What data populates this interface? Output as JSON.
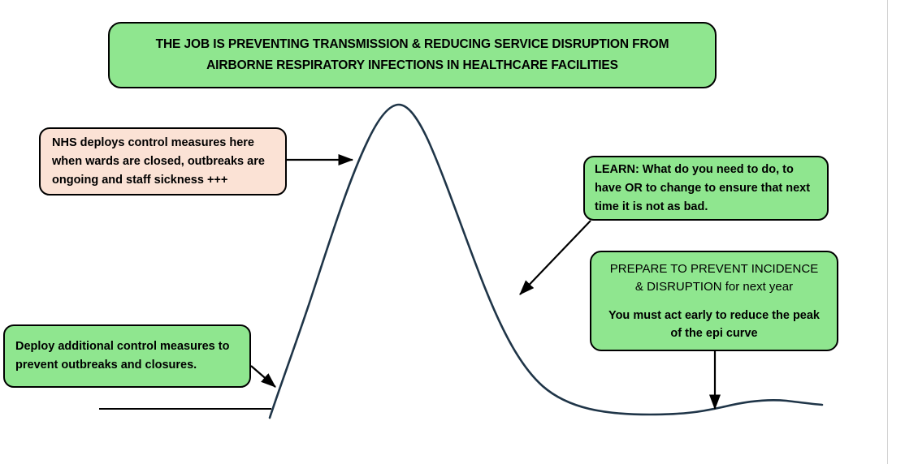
{
  "page": {
    "background": "#ffffff",
    "border_color": "#d2d2d2"
  },
  "colors": {
    "box_green": "#8FE68F",
    "box_pink": "#FBE2D5",
    "box_border": "#000000",
    "curve": "#1F3548",
    "arrow": "#000000",
    "baseline": "#000000"
  },
  "title": {
    "line1": "THE JOB IS PREVENTING TRANSMISSION & REDUCING SERVICE  DISRUPTION  FROM",
    "line2": "AIRBORNE RESPIRATORY INFECTIONS IN HEALTHCARE FACILITIES"
  },
  "callouts": {
    "nhs": {
      "line1": "NHS deploys control measures here",
      "line2": "when wards are closed, outbreaks are",
      "line3": "ongoing and staff sickness +++"
    },
    "learn": {
      "line1": "LEARN: What do you need to do, to",
      "line2": "have OR to change to ensure that next",
      "line3": "time it is not as bad."
    },
    "prepare": {
      "head1": "PREPARE TO PREVENT INCIDENCE",
      "head2": "& DISRUPTION for next year",
      "body1": "You must act early to reduce the peak",
      "body2": "of the epi curve"
    },
    "deploy": {
      "line1": "Deploy additional control measures to",
      "line2": "prevent outbreaks and closures."
    }
  },
  "chart_data": {
    "type": "line",
    "title": "Epidemic curve (epi curve)",
    "xlabel": "",
    "ylabel": "",
    "grid": false,
    "legend": "none",
    "series": [
      {
        "name": "epi-curve",
        "color": "#1F3548",
        "points": [
          [
            332,
            512
          ],
          [
            360,
            440
          ],
          [
            400,
            320
          ],
          [
            440,
            205
          ],
          [
            470,
            148
          ],
          [
            490,
            129
          ],
          [
            512,
            134
          ],
          [
            545,
            175
          ],
          [
            585,
            260
          ],
          [
            625,
            350
          ],
          [
            660,
            420
          ],
          [
            700,
            470
          ],
          [
            740,
            495
          ],
          [
            790,
            508
          ],
          [
            840,
            510
          ],
          [
            880,
            505
          ],
          [
            920,
            498
          ],
          [
            960,
            494
          ],
          [
            1000,
            497
          ],
          [
            1012,
            499
          ]
        ]
      }
    ],
    "baseline": {
      "x_start": 122,
      "x_end": 334,
      "y": 504
    }
  },
  "arrows": [
    {
      "name": "nhs-to-curve",
      "from": [
        353,
        197
      ],
      "to": [
        436,
        197
      ]
    },
    {
      "name": "learn-to-curve",
      "from": [
        726,
        273
      ],
      "to": [
        637,
        365
      ]
    },
    {
      "name": "prepare-to-curve",
      "from": [
        880,
        433
      ],
      "to": [
        880,
        506
      ]
    },
    {
      "name": "deploy-to-curve",
      "from": [
        310,
        452
      ],
      "to": [
        341,
        479
      ]
    }
  ]
}
